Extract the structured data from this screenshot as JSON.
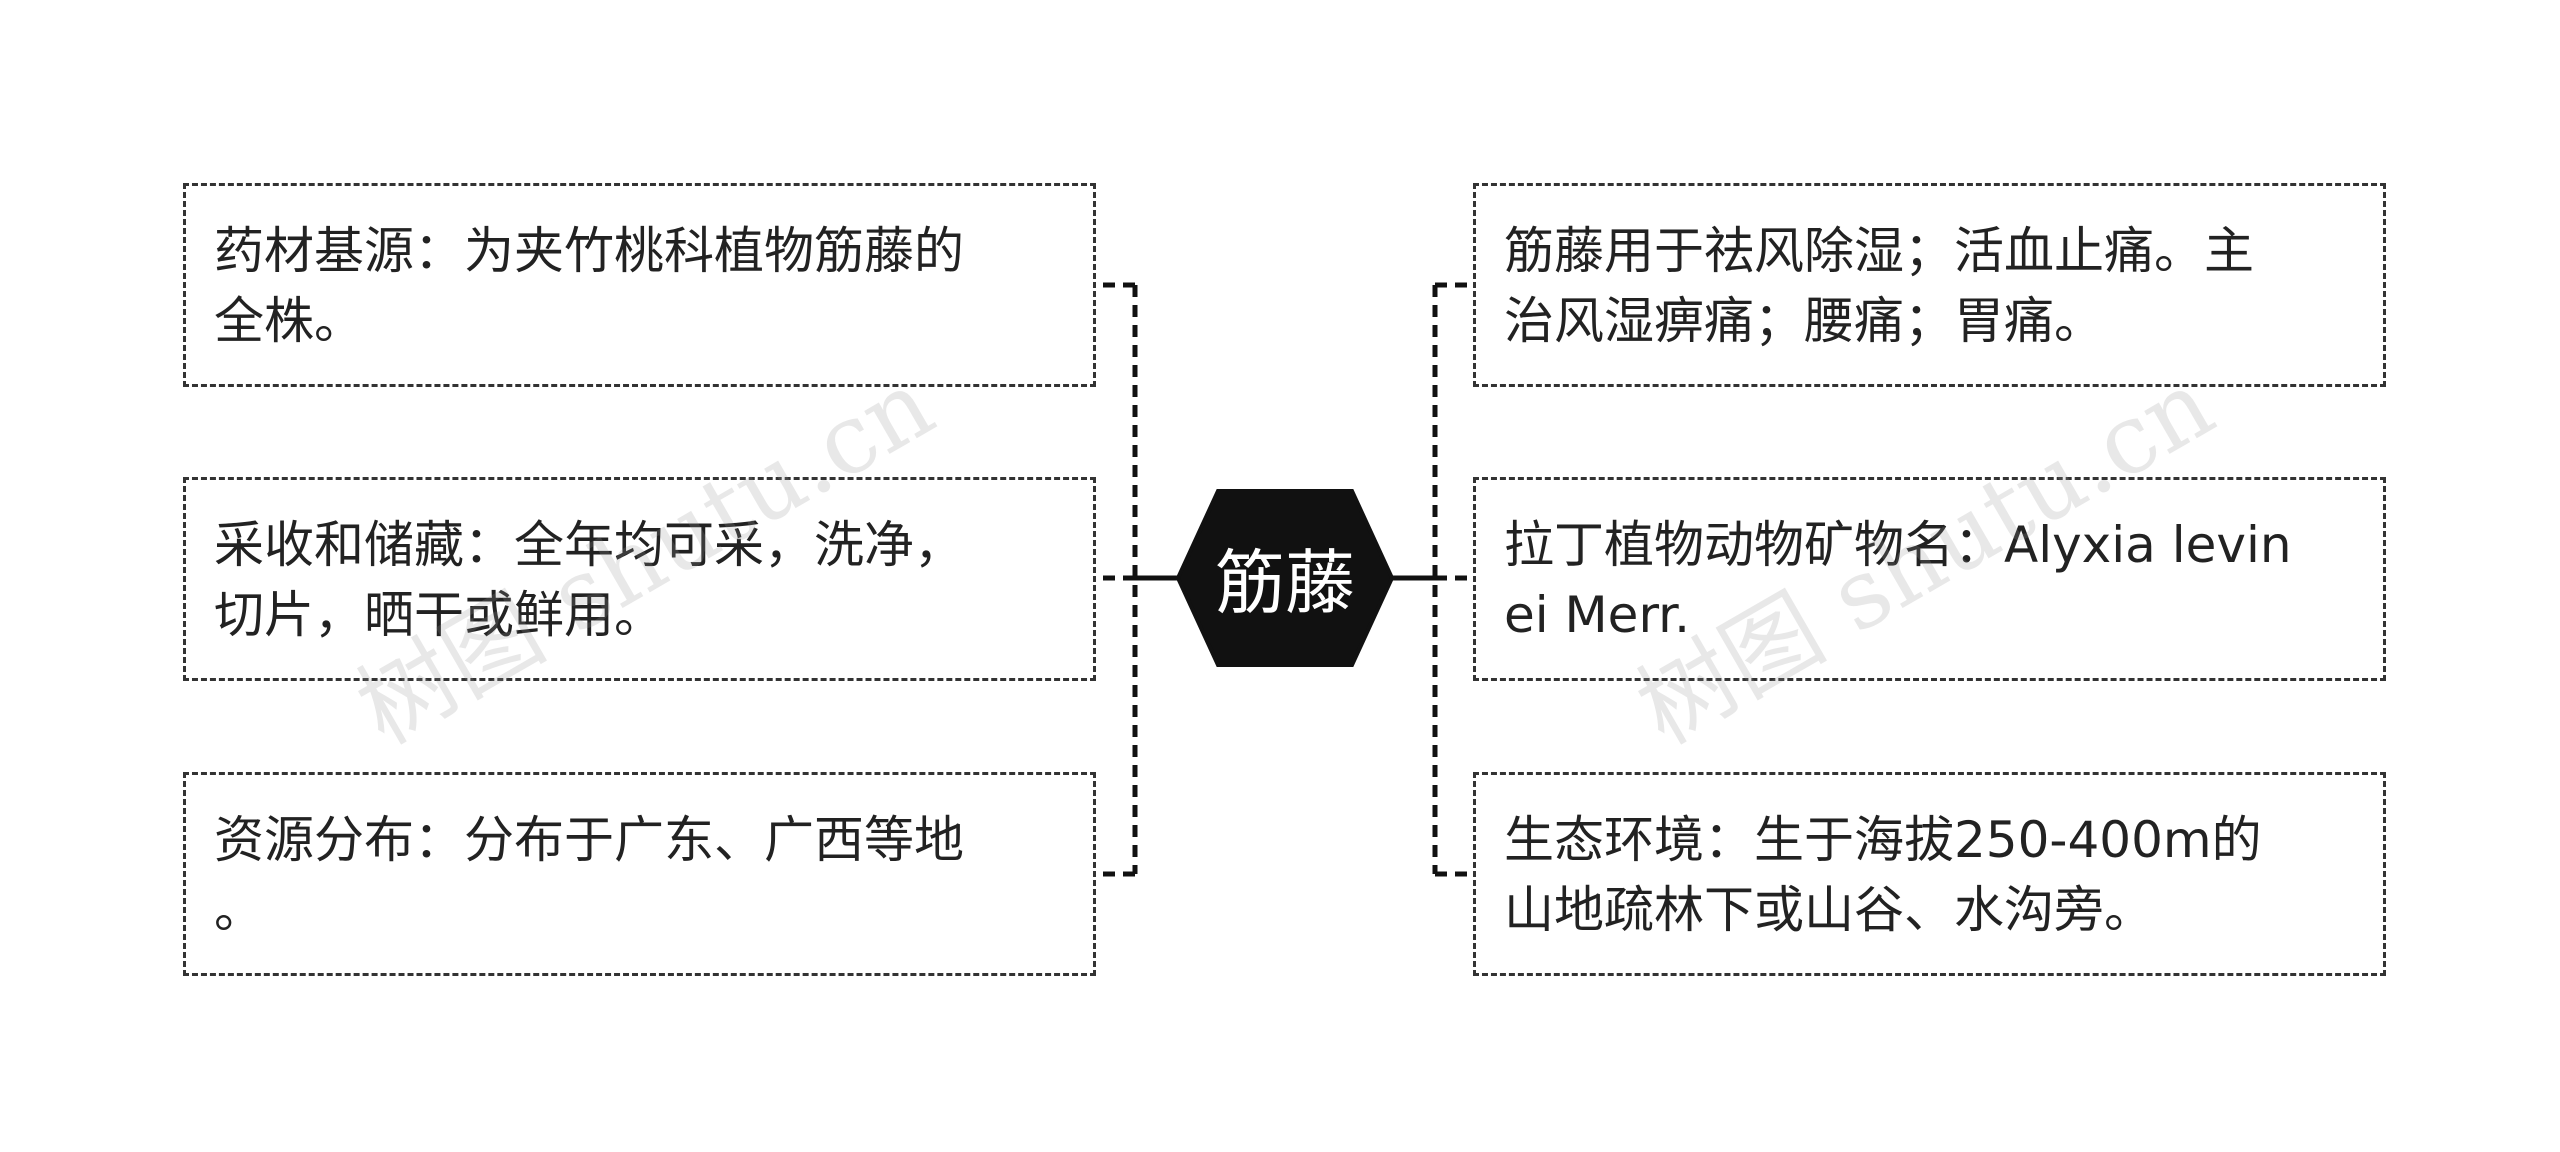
{
  "center": {
    "label": "筋藤"
  },
  "left_nodes": [
    {
      "lines": [
        "药材基源：为夹竹桃科植物筋藤的",
        "全株。"
      ]
    },
    {
      "lines": [
        "采收和储藏：全年均可采，洗净，",
        "切片，晒干或鲜用。"
      ]
    },
    {
      "lines": [
        "资源分布：分布于广东、广西等地",
        "。"
      ]
    }
  ],
  "right_nodes": [
    {
      "lines": [
        "筋藤用于祛风除湿；活血止痛。主",
        "治风湿痹痛；腰痛；胃痛。"
      ]
    },
    {
      "lines": [
        "拉丁植物动物矿物名：Alyxia levin",
        "ei Merr."
      ]
    },
    {
      "lines": [
        "生态环境：生于海拔250-400m的",
        "山地疏林下或山谷、水沟旁。"
      ]
    }
  ],
  "watermark": {
    "text": "树图 shutu.cn"
  },
  "colors": {
    "center_fill": "#111111",
    "center_text": "#ffffff",
    "border": "#333333",
    "connector": "#111111"
  }
}
